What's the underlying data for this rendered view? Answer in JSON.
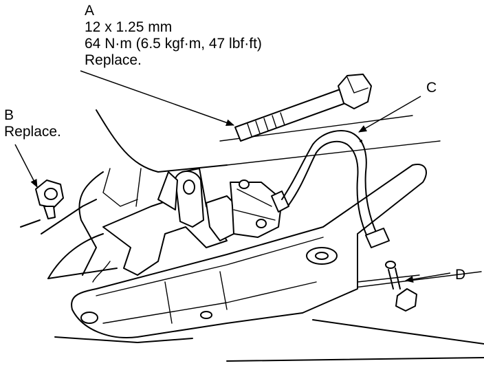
{
  "callouts": {
    "a": {
      "letter": "A",
      "size": "12 x 1.25 mm",
      "torque": "64 N·m (6.5 kgf·m, 47 lbf·ft)",
      "note": "Replace."
    },
    "b": {
      "letter": "B",
      "note": "Replace."
    },
    "c": {
      "letter": "C"
    },
    "d": {
      "letter": "D"
    }
  }
}
